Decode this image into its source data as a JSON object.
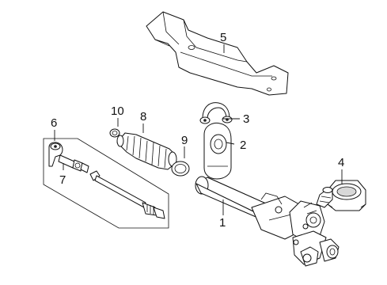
{
  "callouts": {
    "c1": "1",
    "c2": "2",
    "c3": "3",
    "c4": "4",
    "c5": "5",
    "c6": "6",
    "c7": "7",
    "c8": "8",
    "c9": "9",
    "c10": "10"
  },
  "parts": [
    {
      "callout": "1",
      "icon": "steering-gear-rack-housing"
    },
    {
      "callout": "2",
      "icon": "mount-bushing"
    },
    {
      "callout": "3",
      "icon": "bushing-clamp"
    },
    {
      "callout": "4",
      "icon": "seal-ring"
    },
    {
      "callout": "5",
      "icon": "heat-shield"
    },
    {
      "callout": "6",
      "icon": "tie-rod-assembly-bracket"
    },
    {
      "callout": "7",
      "icon": "outer-tie-rod-end"
    },
    {
      "callout": "8",
      "icon": "boot"
    },
    {
      "callout": "9",
      "icon": "clamp-ring"
    },
    {
      "callout": "10",
      "icon": "small-clamp"
    }
  ]
}
